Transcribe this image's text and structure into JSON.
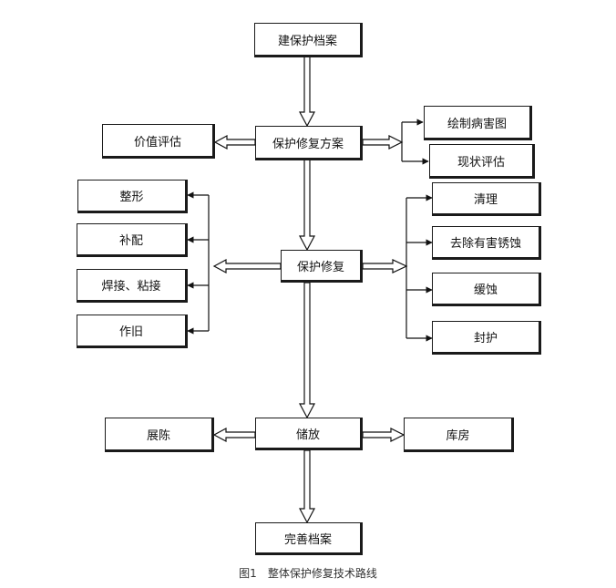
{
  "nodes": {
    "archive": "建保护档案",
    "plan": "保护修复方案",
    "value": "价值评估",
    "drawing": "绘制病害图",
    "status": "现状评估",
    "shaping": "整形",
    "supplement": "补配",
    "welding": "焊接、粘接",
    "aging": "作旧",
    "repair": "保护修复",
    "cleaning": "清理",
    "rust": "去除有害锈蚀",
    "corrosion": "缓蚀",
    "sealing": "封护",
    "storage": "储放",
    "exhibit": "展陈",
    "warehouse": "库房",
    "final": "完善档案"
  },
  "caption": {
    "number": "图1",
    "title": "整体保护修复技术路线"
  }
}
